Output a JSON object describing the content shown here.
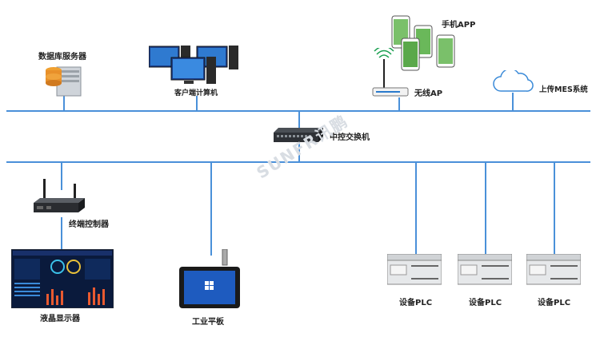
{
  "nodes": {
    "db_server": "数据库服务器",
    "client_pc": "客户端计算机",
    "mobile_app": "手机APP",
    "wireless_ap": "无线AP",
    "mes": "上传MES系统",
    "switch": "中控交换机",
    "terminal_controller": "终端控制器",
    "lcd_display": "液晶显示器",
    "industrial_tablet": "工业平板",
    "plc_1": "设备PLC",
    "plc_2": "设备PLC",
    "plc_3": "设备PLC"
  },
  "watermark": "SUNFR讯鹏",
  "colors": {
    "bus": "#4a90d9"
  }
}
